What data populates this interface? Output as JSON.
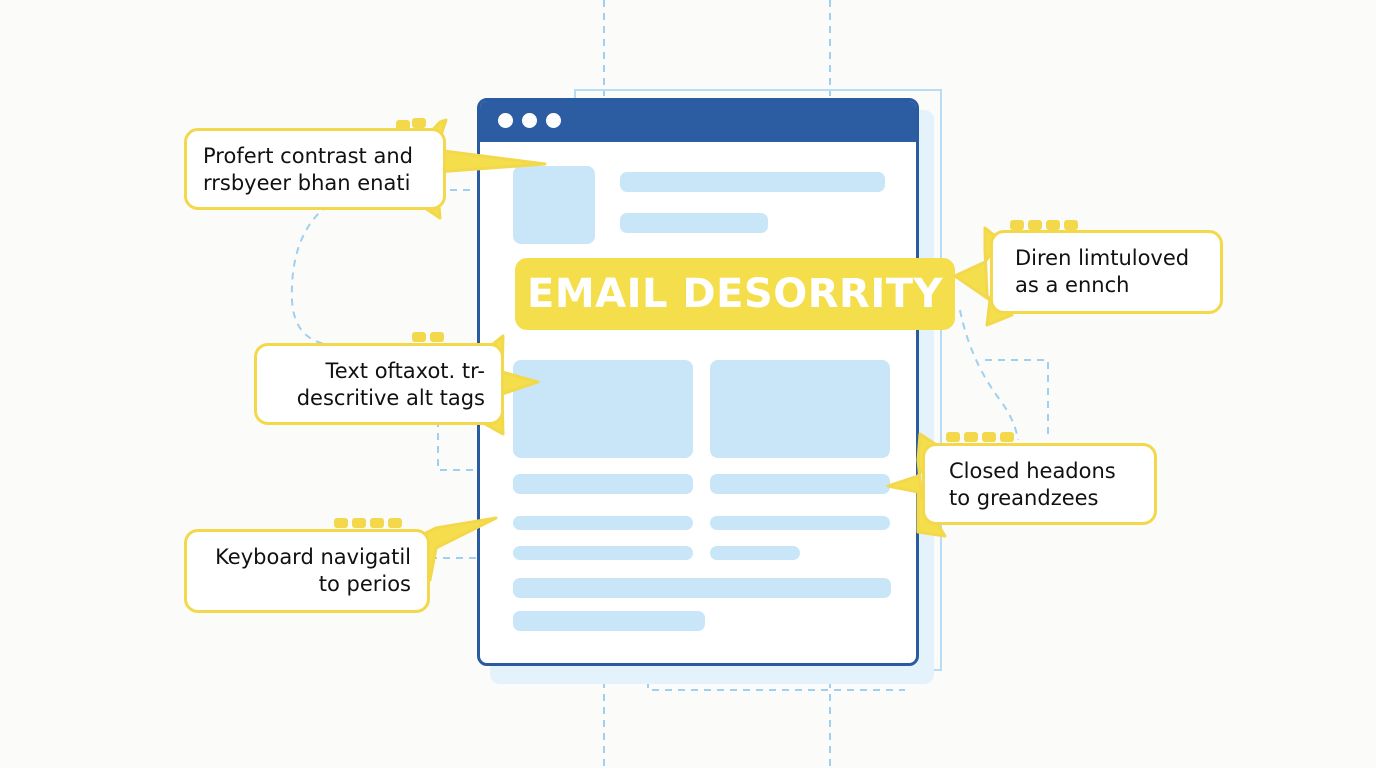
{
  "banner": {
    "title": "EMAIL DESORRITY"
  },
  "callouts": [
    {
      "line1": "Profert contrast and",
      "line2": "rrsbyeer bhan enati"
    },
    {
      "line1": "Diren limtuloved",
      "line2": "as a ennch"
    },
    {
      "line1": "Text oftaxot. tr-",
      "line2": "descritive alt tags"
    },
    {
      "line1": "Closed headons",
      "line2": "to greandzees"
    },
    {
      "line1": "Keyboard navigatil",
      "line2": "to perios"
    }
  ],
  "colors": {
    "window_header": "#2c5ca1",
    "placeholder": "#c8e6f8",
    "accent_yellow": "#f5de4b",
    "dashed_lines": "#9fd0ef"
  }
}
